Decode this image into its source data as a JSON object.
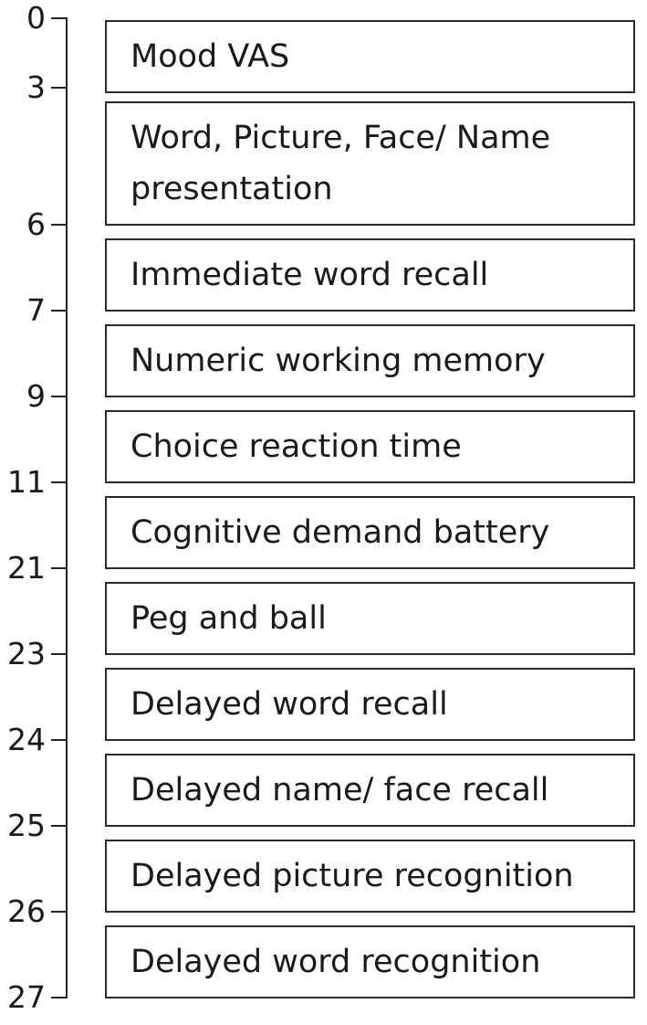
{
  "timeline": {
    "ticks": [
      "0",
      "3",
      "6",
      "7",
      "9",
      "11",
      "21",
      "23",
      "24",
      "25",
      "26",
      "27"
    ],
    "tasks": [
      "Mood VAS",
      "Word, Picture, Face/ Name presentation",
      "Immediate word recall",
      "Numeric working memory",
      "Choice reaction time",
      "Cognitive demand battery",
      "Peg and ball",
      "Delayed word recall",
      "Delayed name/ face recall",
      "Delayed picture recognition",
      "Delayed word recognition"
    ]
  },
  "colors": {
    "line": "#222222",
    "text": "#1a1a1a",
    "background": "#ffffff"
  }
}
